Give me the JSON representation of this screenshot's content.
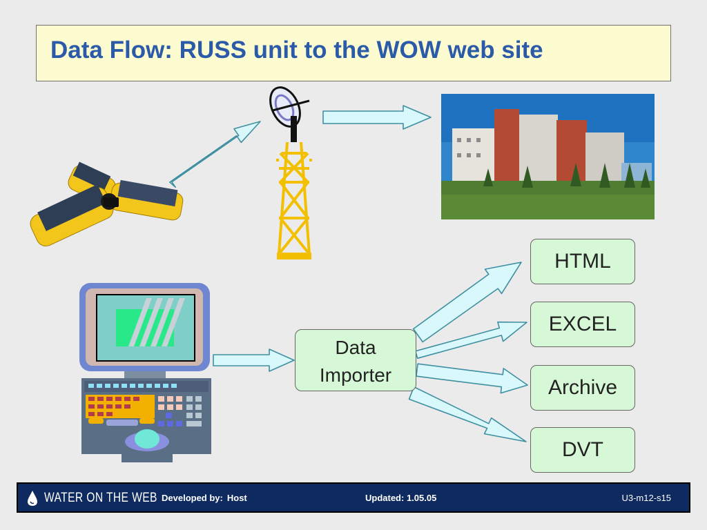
{
  "title": "Data Flow: RUSS unit to the WOW web site",
  "importer": {
    "line1": "Data",
    "line2": "Importer"
  },
  "outputs": [
    "HTML",
    "EXCEL",
    "Archive",
    "DVT"
  ],
  "footer": {
    "logo_text": "WATER ON THE WEB",
    "developed_label": "Developed by:",
    "developed_value": "Host",
    "updated": "Updated: 1.05.05",
    "slide_code": "U3-m12-s15"
  },
  "colors": {
    "title_text": "#2b5ba8",
    "title_bg": "#fdfbd0",
    "box_fill": "#d7f8d7",
    "arrow_fill": "#d9f8fb",
    "footer_bg": "#0e2a5f"
  },
  "icons": [
    "russ-sonde-icon",
    "antenna-tower-icon",
    "building-photo",
    "computer-icon"
  ]
}
